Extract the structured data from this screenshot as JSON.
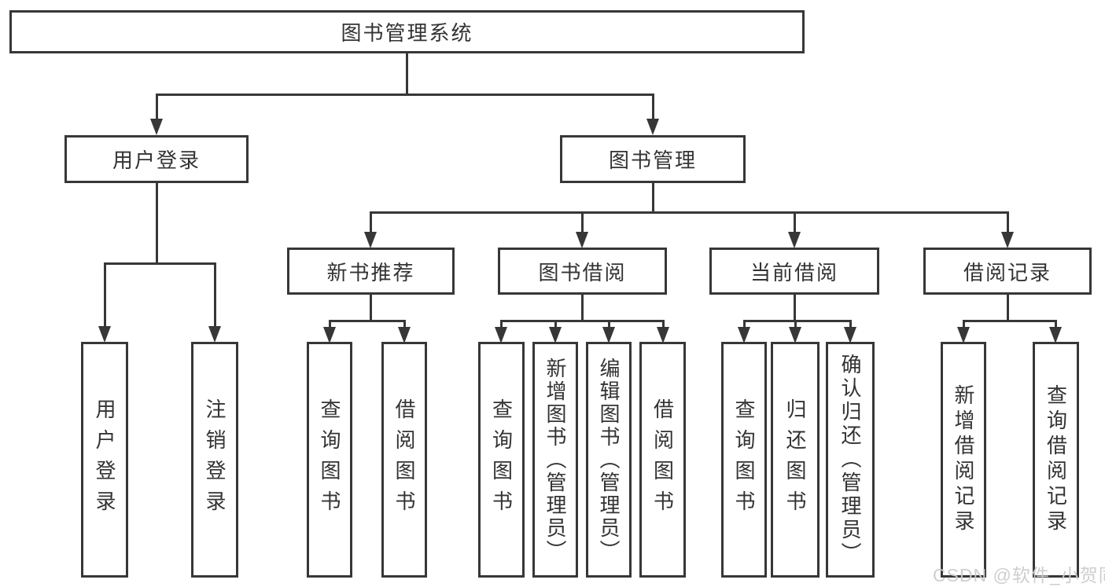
{
  "diagram_title": "图书管理系统",
  "colors": {
    "line": "#373737",
    "watermark": "#cbcbcb"
  },
  "nodes": {
    "root": {
      "label": "图书管理系统"
    },
    "branches": {
      "user_login": {
        "label": "用户登录"
      },
      "book_mgmt": {
        "label": "图书管理"
      },
      "new_book": {
        "label": "新书推荐"
      },
      "book_borrow": {
        "label": "图书借阅"
      },
      "current_borrow": {
        "label": "当前借阅"
      },
      "borrow_record": {
        "label": "借阅记录"
      }
    },
    "leaves": {
      "user_login": {
        "label": "用户登录"
      },
      "logout": {
        "label": "注销登录"
      },
      "nb_query": {
        "label": "查询图书"
      },
      "nb_borrow": {
        "label": "借阅图书"
      },
      "bb_query": {
        "label": "查询图书"
      },
      "bb_add": {
        "label": "新增图书（管理员）"
      },
      "bb_edit": {
        "label": "编辑图书（管理员）"
      },
      "bb_borrow": {
        "label": "借阅图书"
      },
      "cb_query": {
        "label": "查询图书"
      },
      "cb_return": {
        "label": "归还图书"
      },
      "cb_confirm": {
        "label": "确认归还（管理员）"
      },
      "br_add": {
        "label": "新增借阅记录"
      },
      "br_query": {
        "label": "查询借阅记录"
      }
    }
  },
  "watermark": "CSDN @软件_小贺同学"
}
